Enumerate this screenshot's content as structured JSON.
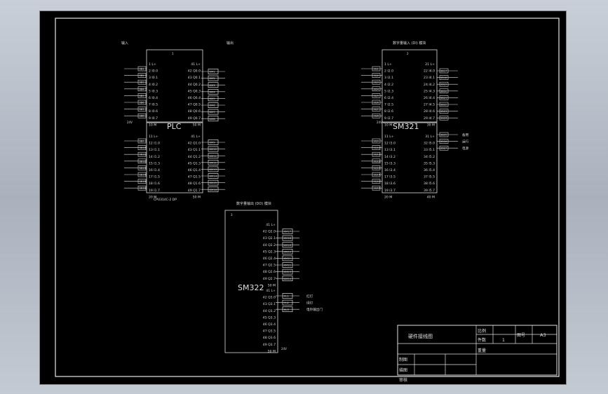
{
  "plc": {
    "label": "PLC",
    "top_left": "输入",
    "top_right": "输出",
    "block_id": "1",
    "bottom_caption": "CPU314C-2 DP",
    "left_pins": [
      "1 L+",
      "2 I0.0",
      "3 I0.1",
      "4 I0.2",
      "5 I0.3",
      "6 I0.4",
      "7 I0.5",
      "8 I0.6",
      "9 I0.7",
      "10 M",
      "11 L+",
      "12 I1.0",
      "13 I1.1",
      "14 I1.2",
      "15 I1.3",
      "16 I1.4",
      "17 I1.5",
      "18 I1.6",
      "19 I1.7",
      "20 M"
    ],
    "right_pins": [
      "41 L+",
      "42 Q0.0",
      "43 Q0.1",
      "44 Q0.2",
      "45 Q0.3",
      "46 Q0.4",
      "47 Q0.5",
      "48 Q0.6",
      "49 Q0.7",
      "50 M",
      "41 L+",
      "42 Q1.0",
      "43 Q1.1",
      "44 Q1.2",
      "45 Q1.3",
      "46 Q1.4",
      "47 Q1.5",
      "48 Q1.6",
      "49 Q1.7",
      "50 M"
    ],
    "inputs": [
      "SB1",
      "SB2",
      "SB3",
      "SB4",
      "SB5",
      "SB6",
      "SB7",
      "SB8",
      "SB9",
      "SB10",
      "SB11",
      "SB12",
      "SB13",
      "SB14",
      "SB15",
      "SB16"
    ],
    "outputs": [
      "KM1",
      "KM2",
      "KM3",
      "KM4",
      "KM5",
      "KM6",
      "KM7",
      "KM8",
      "KM9",
      "KM10",
      "KM11",
      "KM12",
      "KM13",
      "KM14",
      "KM15",
      "KM16"
    ]
  },
  "sm321": {
    "label": "SM321",
    "header": "数字量输入 (DI) 模块",
    "block_id": "2",
    "left_pins": [
      "1 L+",
      "2 I2.0",
      "3 I2.1",
      "4 I2.2",
      "5 I2.3",
      "6 I2.4",
      "7 I2.5",
      "8 I2.6",
      "9 I2.7",
      "10 M",
      "11 L+",
      "12 I3.0",
      "13 I3.1",
      "14 I3.2",
      "15 I3.3",
      "16 I3.4",
      "17 I3.5",
      "18 I3.6",
      "19 I3.7",
      "20 M"
    ],
    "right_pins": [
      "21 L+",
      "22 I4.0",
      "23 I4.1",
      "24 I4.2",
      "25 I4.3",
      "26 I4.4",
      "27 I4.5",
      "28 I4.6",
      "29 I4.7",
      "30 M",
      "31 L+",
      "32 I5.0",
      "33 I5.1",
      "34 I5.2",
      "35 I5.3",
      "36 I5.4",
      "37 I5.5",
      "38 I5.6",
      "39 I5.7",
      "40 M"
    ],
    "inputs": [
      "SQ1",
      "SQ2",
      "SQ3",
      "SQ4",
      "SQ5",
      "SQ6",
      "SQ7",
      "SQ8",
      "SQ9",
      "SQ10",
      "SQ11",
      "SQ12",
      "SQ13",
      "SQ14",
      "SQ15",
      "SQ16"
    ],
    "right_inputs": [
      "SB17",
      "SB18",
      "SB19",
      "SB20",
      "SB21",
      "SB22",
      "SB23",
      "SB24",
      "SB25",
      "SB26",
      "SB27"
    ],
    "right_texts": [
      "备用",
      "运行",
      "电源"
    ]
  },
  "sm322": {
    "label": "SM322",
    "header": "数字量输出 (DO) 模块",
    "block_id": "3",
    "pins": [
      "41 L+",
      "42 Q2.0",
      "43 Q2.1",
      "44 Q2.2",
      "45 Q2.3",
      "46 Q2.4",
      "47 Q2.5",
      "48 Q2.6",
      "49 Q2.7",
      "50 M",
      "41 L+",
      "42 Q3.0",
      "43 Q3.1",
      "44 Q3.2",
      "45 Q3.3",
      "46 Q3.4",
      "47 Q3.5",
      "48 Q3.6",
      "49 Q3.7",
      "50 M"
    ],
    "outputs": [
      "KM17",
      "KM18",
      "KM19",
      "KM20",
      "KM21",
      "KM22",
      "KM23",
      "KM24",
      "HL1",
      "HL2",
      "HL3"
    ],
    "texts": [
      "红灯",
      "绿灯",
      "电铃输出门"
    ]
  },
  "supply": "24V",
  "title_block": {
    "title": "硬件接线图",
    "scale_label": "比例",
    "count_label": "件数",
    "count_value": "1",
    "drawing_no_label": "图号",
    "size": "A3",
    "weight_label": "重量",
    "draw_label": "制图",
    "design_label": "描图",
    "check_label": "审核"
  }
}
